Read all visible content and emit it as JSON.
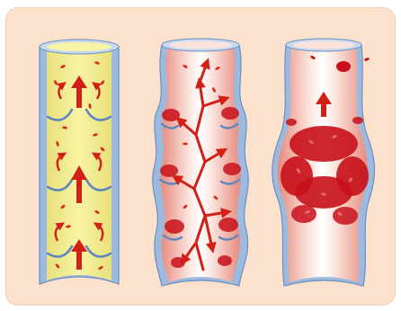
{
  "figure": {
    "background_color": "#fce2cd",
    "vessels": [
      {
        "id": "normal-vein",
        "state": "healthy valves, upward flow",
        "wall_color": "#8fb0d8",
        "fill_color": "#f2ec8f",
        "accent_color": "#d8261c"
      },
      {
        "id": "incompetent-valves-vein",
        "state": "damaged valves, reflux",
        "wall_color": "#8fb0d8",
        "fill_color": "#f5c4b8",
        "accent_color": "#c8101a"
      },
      {
        "id": "varicose-vein",
        "state": "dilated vein with pooled blood",
        "wall_color": "#8fb0d8",
        "fill_color": "#f5c4b8",
        "accent_color": "#c8101a"
      }
    ]
  }
}
